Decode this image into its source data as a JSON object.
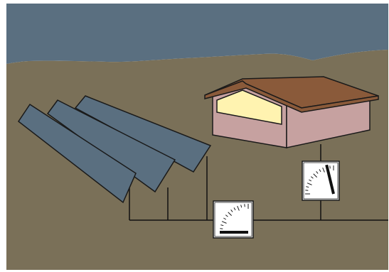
{
  "scene": {
    "sky_color": "#5a6f80",
    "ground_color": "#7a7058",
    "wire_color": "#111111",
    "panel_color": "#5a6f80",
    "house": {
      "wall_color": "#c6a1a0",
      "roof_color": "#8a5a3a",
      "window_color": "#fff3b0"
    },
    "meters": [
      {
        "id": "inverter-meter",
        "needle_level": 0.0
      },
      {
        "id": "house-meter",
        "needle_level": 0.85
      }
    ]
  }
}
